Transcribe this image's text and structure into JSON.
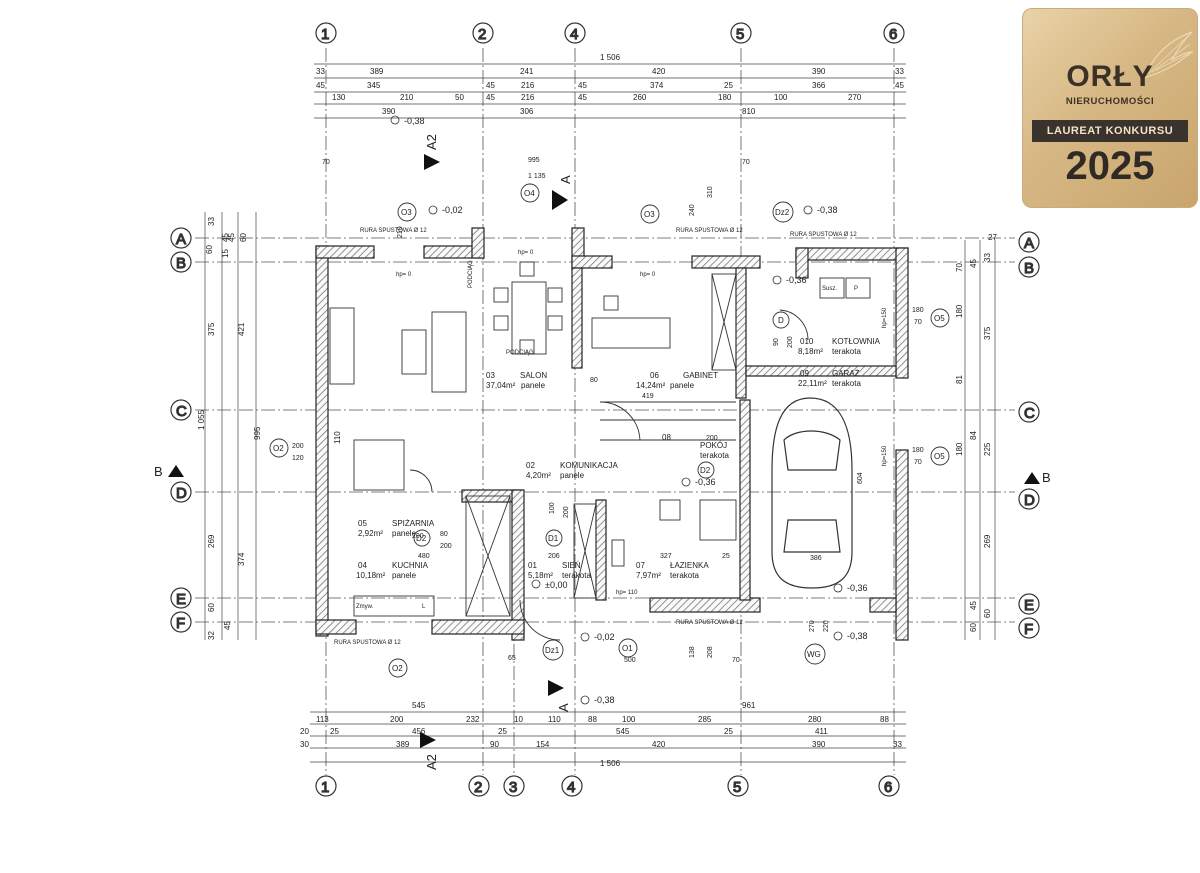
{
  "badge": {
    "brand": "ORŁY",
    "subtitle": "NIERUCHOMOŚCI",
    "ribbon": "LAUREAT KONKURSU",
    "year": "2025"
  },
  "axes": {
    "numeric": [
      "1",
      "2",
      "3",
      "4",
      "5",
      "6"
    ],
    "letters": [
      "A",
      "B",
      "C",
      "D",
      "E",
      "F"
    ]
  },
  "dimensions_top": {
    "total": "1 506",
    "row1": [
      "33",
      "389",
      "241",
      "420",
      "390",
      "33"
    ],
    "row2": [
      "45",
      "345",
      "45",
      "216",
      "45",
      "374",
      "25",
      "366",
      "45"
    ],
    "row3": [
      "130",
      "210",
      "50",
      "45",
      "216",
      "45",
      "260",
      "180",
      "100",
      "270"
    ],
    "row4": [
      "390",
      "306",
      "810"
    ]
  },
  "dimensions_bottom": {
    "row1": [
      "545",
      "961"
    ],
    "row2": [
      "113",
      "200",
      "232",
      "10",
      "110",
      "88",
      "100",
      "285",
      "280",
      "88"
    ],
    "row3": [
      "20",
      "25",
      "456",
      "25",
      "545",
      "25",
      "411"
    ],
    "row4": [
      "30",
      "389",
      "90",
      "154",
      "420",
      "390",
      "33"
    ],
    "total": "1 506"
  },
  "dimensions_left": [
    "33",
    "60",
    "45",
    "15",
    "45",
    "60",
    "375",
    "421",
    "1 055",
    "995",
    "110",
    "269",
    "374",
    "60",
    "45",
    "32"
  ],
  "dimensions_right": [
    "27",
    "45",
    "33",
    "70",
    "180",
    "375",
    "81",
    "180",
    "84",
    "225",
    "269",
    "45",
    "60",
    "60"
  ],
  "inner_dims": [
    "995",
    "1 135",
    "70",
    "70",
    "310",
    "240",
    "210",
    "200",
    "200",
    "120",
    "80",
    "200",
    "480",
    "80",
    "200",
    "206",
    "327",
    "25",
    "500",
    "70",
    "65",
    "138",
    "208",
    "180",
    "70",
    "180",
    "70",
    "90",
    "200",
    "270",
    "220",
    "419",
    "604",
    "386",
    "100",
    "200"
  ],
  "levels": [
    "-0,38",
    "-0,02",
    "-0,38",
    "-0,36",
    "±0,00",
    "-0,36",
    "-0,02",
    "-0,38",
    "-0,36",
    "-0,38"
  ],
  "rooms": [
    {
      "num": "03",
      "name": "SALON",
      "area": "37,04m²",
      "floor": "panele"
    },
    {
      "num": "06",
      "name": "GABINET",
      "area": "14,24m²",
      "floor": "panele"
    },
    {
      "num": "010",
      "name": "KOTŁOWNIA",
      "area": "8,18m²",
      "floor": "terakota"
    },
    {
      "num": "09",
      "name": "GARAŻ",
      "area": "22,11m²",
      "floor": "terakota"
    },
    {
      "num": "02",
      "name": "KOMUNIKACJA",
      "area": "4,20m²",
      "floor": "panele"
    },
    {
      "num": "08",
      "name": "POKÓJ",
      "area": "",
      "floor": "terakota"
    },
    {
      "num": "05",
      "name": "SPIŻARNIA",
      "area": "2,92m²",
      "floor": "panele"
    },
    {
      "num": "04",
      "name": "KUCHNIA",
      "area": "10,18m²",
      "floor": "panele"
    },
    {
      "num": "01",
      "name": "SIEŃ",
      "area": "5,18m²",
      "floor": "terakota"
    },
    {
      "num": "07",
      "name": "ŁAZIENKA",
      "area": "7,97m²",
      "floor": "terakota"
    }
  ],
  "window_tags": [
    "O3",
    "O4",
    "O3",
    "Dz2",
    "O5",
    "O5",
    "O2",
    "O2",
    "D2",
    "D1",
    "D2",
    "O1",
    "Dz1",
    "WG",
    "D"
  ],
  "labels": {
    "rura1": "RURA SPUSTOWA Ø 12",
    "rura2": "RURA SPUSTOWA Ø 12",
    "rura3": "RURA SPUSTOWA Ø 12",
    "rura4": "RURA SPUSTOWA Ø 12",
    "section_a": "A",
    "section_a2": "A2",
    "section_b": "B",
    "hp_0": "hp= 0",
    "hp_110": "hp= 110",
    "hp_150": "hp=150",
    "susz": "Susz.",
    "p": "P",
    "zmyw": "Zmyw.",
    "l": "L",
    "podciag": "PODCIĄG"
  }
}
